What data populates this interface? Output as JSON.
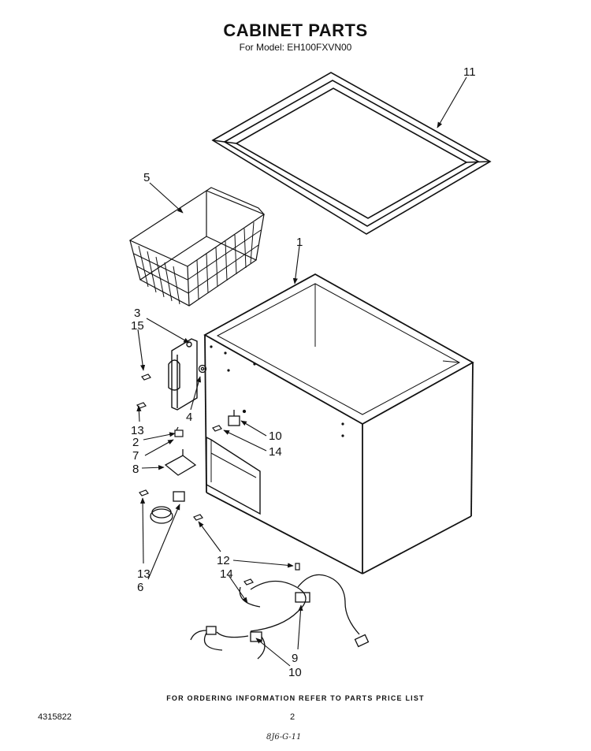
{
  "page": {
    "title": "CABINET PARTS",
    "subtitle": "For Model: EH100FXVN00",
    "footer_note": "FOR ORDERING INFORMATION REFER TO PARTS PRICE LIST",
    "document_number": "4315822",
    "page_number": "2",
    "handwritten_note": "8J6-G-11"
  },
  "callouts": [
    {
      "id": "c11",
      "label": "11"
    },
    {
      "id": "c5",
      "label": "5"
    },
    {
      "id": "c1",
      "label": "1"
    },
    {
      "id": "c3",
      "label": "3"
    },
    {
      "id": "c15",
      "label": "15"
    },
    {
      "id": "c4",
      "label": "4"
    },
    {
      "id": "c13a",
      "label": "13"
    },
    {
      "id": "c2",
      "label": "2"
    },
    {
      "id": "c7",
      "label": "7"
    },
    {
      "id": "c8",
      "label": "8"
    },
    {
      "id": "c10a",
      "label": "10"
    },
    {
      "id": "c14a",
      "label": "14"
    },
    {
      "id": "c13b",
      "label": "13"
    },
    {
      "id": "c6",
      "label": "6"
    },
    {
      "id": "c12",
      "label": "12"
    },
    {
      "id": "c14b",
      "label": "14"
    },
    {
      "id": "c9",
      "label": "9"
    },
    {
      "id": "c10b",
      "label": "10"
    }
  ]
}
